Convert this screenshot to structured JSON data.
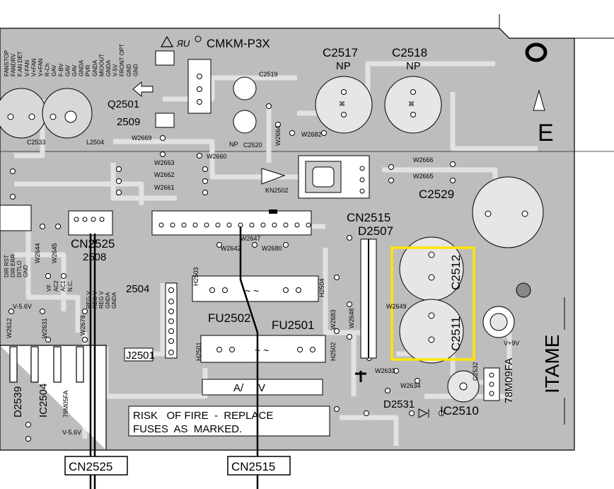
{
  "board": {
    "model": "CMKM-P3X",
    "side_marker": "E",
    "vertical_label": "ITAME",
    "warning_line1": "RISK   OF FIRE  -  REPLACE",
    "warning_line2": "FUSES  AS  MARKED.",
    "fuse_rating_box": "A/     V"
  },
  "components": {
    "c2517": "C2517",
    "c2517_np": "NP",
    "c2518": "C2518",
    "c2518_np": "NP",
    "q2501": "Q2501",
    "r2509": "2509",
    "c2519": "C2519",
    "c2520": "C2520",
    "np_small": "NP",
    "c2533": "C2533",
    "l2504": "L2504",
    "kn2502": "KN2502",
    "c2529": "C2529",
    "cn2515": "CN2515",
    "d2507": "D2507",
    "cn2525": "CN2525",
    "d2508": "2508",
    "r2504": "2504",
    "fu2502": "FU2502",
    "fu2501": "FU2501",
    "j2501": "J2501",
    "h2503": "H2503",
    "h2504": "H2504",
    "h2501": "H2501",
    "h2502": "H2502",
    "c2512": "C2512",
    "c2511": "C2511",
    "d2531": "D2531",
    "ic2510": "IC2510",
    "ic2504": "IC2504",
    "d2539": "D2539",
    "reg_79m05": "79M05FA",
    "reg_78m09": "78M09FA",
    "v_plus9": "V+9V",
    "c2532": "C2532",
    "v_neg56a": "V-5.6V",
    "v_neg56b": "V-5.6V"
  },
  "wires": {
    "w2669": "W2669",
    "w2660": "W2660",
    "w2663": "W2663",
    "w2662": "W2662",
    "w2661": "W2661",
    "w2664": "W2664",
    "w2682": "W2682",
    "w2666": "W2666",
    "w2665": "W2665",
    "w2647": "W2647",
    "w2642": "W2642",
    "w2680": "W2680",
    "w2644": "W2644",
    "w2645": "W2645",
    "w2612": "W2612",
    "w2631": "W2631",
    "w2679": "W2679",
    "w2683": "W2683",
    "w2648": "W2648",
    "w2649": "W2649",
    "w2633": "W2633",
    "w2634": "W2634"
  },
  "pin_labels_top": [
    "FANSTOP",
    "FANDRV",
    "F.AN DET",
    "V-FAN",
    "V+FAN",
    "V+FAN",
    "R-Ch",
    "GAV",
    "F-BV",
    "GAV",
    "GAV",
    "GNDA",
    "PVR",
    "GNDA",
    "MIOOUT",
    "GNDA",
    "V-5V",
    "FRONT OPT",
    "GND",
    "GND"
  ],
  "pin_labels_mid": [
    "DIR RST",
    "DIR ERR",
    "DITLO",
    "GND"
  ],
  "pin_labels_ac": [
    "VF",
    "AC2",
    "AC1",
    "N.C."
  ],
  "pin_labels_reg": [
    "REG V",
    "REG V",
    "REG V",
    "GNDA",
    "GNDA"
  ],
  "callouts": {
    "left": "CN2525",
    "right": "CN2515"
  },
  "colors": {
    "board_gray": "#bdbdbd",
    "trace_light": "#e2e2e2",
    "highlight": "#ffe600"
  }
}
